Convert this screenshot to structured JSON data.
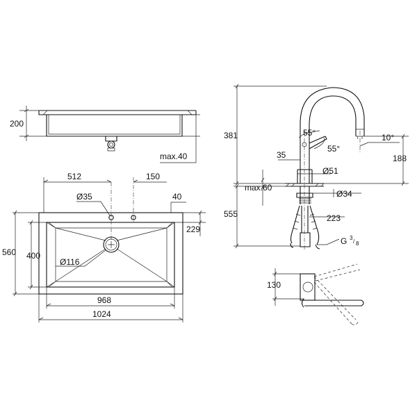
{
  "dimensions": {
    "sink_side_height": "200",
    "sink_side_max_depth": "max.40",
    "hole_offset_512": "512",
    "hole_offset_150": "150",
    "hole_dia_35": "Ø35",
    "edge_40": "40",
    "depth_229": "229",
    "outer_depth": "560",
    "bowl_depth": "400",
    "drain_dia": "Ø116",
    "bowl_width": "968",
    "outer_width": "1024",
    "faucet_height": "381",
    "angle_55_a": "55°",
    "angle_55_b": "55°",
    "angle_10": "10°",
    "spout_height": "188",
    "offset_35": "35",
    "body_dia": "Ø51",
    "deck_max": "max.60",
    "mount_dia": "Ø34",
    "hose_length": "555",
    "reach_223": "223",
    "thread_g": "G",
    "thread_num": "3",
    "thread_den": "8",
    "top_view_130": "130"
  }
}
